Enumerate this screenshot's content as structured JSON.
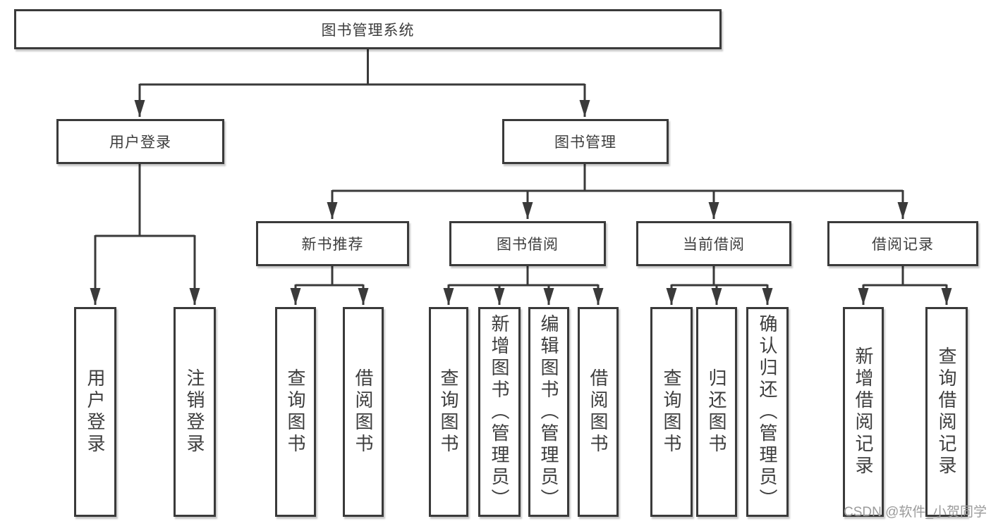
{
  "colors": {
    "line": "#3a3a3a",
    "box_border": "#3a3a3a",
    "box_fill": "#ffffff",
    "background": "#ffffff",
    "watermark_text": "#9b9b9b"
  },
  "diagram": {
    "root": {
      "label": "图书管理系统"
    },
    "level2": [
      {
        "label": "用户登录"
      },
      {
        "label": "图书管理"
      }
    ],
    "level3": [
      {
        "label": "新书推荐"
      },
      {
        "label": "图书借阅"
      },
      {
        "label": "当前借阅"
      },
      {
        "label": "借阅记录"
      }
    ],
    "leaves": {
      "user_login": [
        {
          "label": "用户登录"
        },
        {
          "label": "注销登录"
        }
      ],
      "new_book": [
        {
          "label": "查询图书"
        },
        {
          "label": "借阅图书"
        }
      ],
      "book_borrow": [
        {
          "label": "查询图书"
        },
        {
          "label": "新增图书（管理员）"
        },
        {
          "label": "编辑图书（管理员）"
        },
        {
          "label": "借阅图书"
        }
      ],
      "current_borrow": [
        {
          "label": "查询图书"
        },
        {
          "label": "归还图书"
        },
        {
          "label": "确认归还（管理员）"
        }
      ],
      "borrow_records": [
        {
          "label": "新增借阅记录"
        },
        {
          "label": "查询借阅记录"
        }
      ]
    }
  },
  "watermark": {
    "text": "CSDN @软件_小贺同学"
  }
}
